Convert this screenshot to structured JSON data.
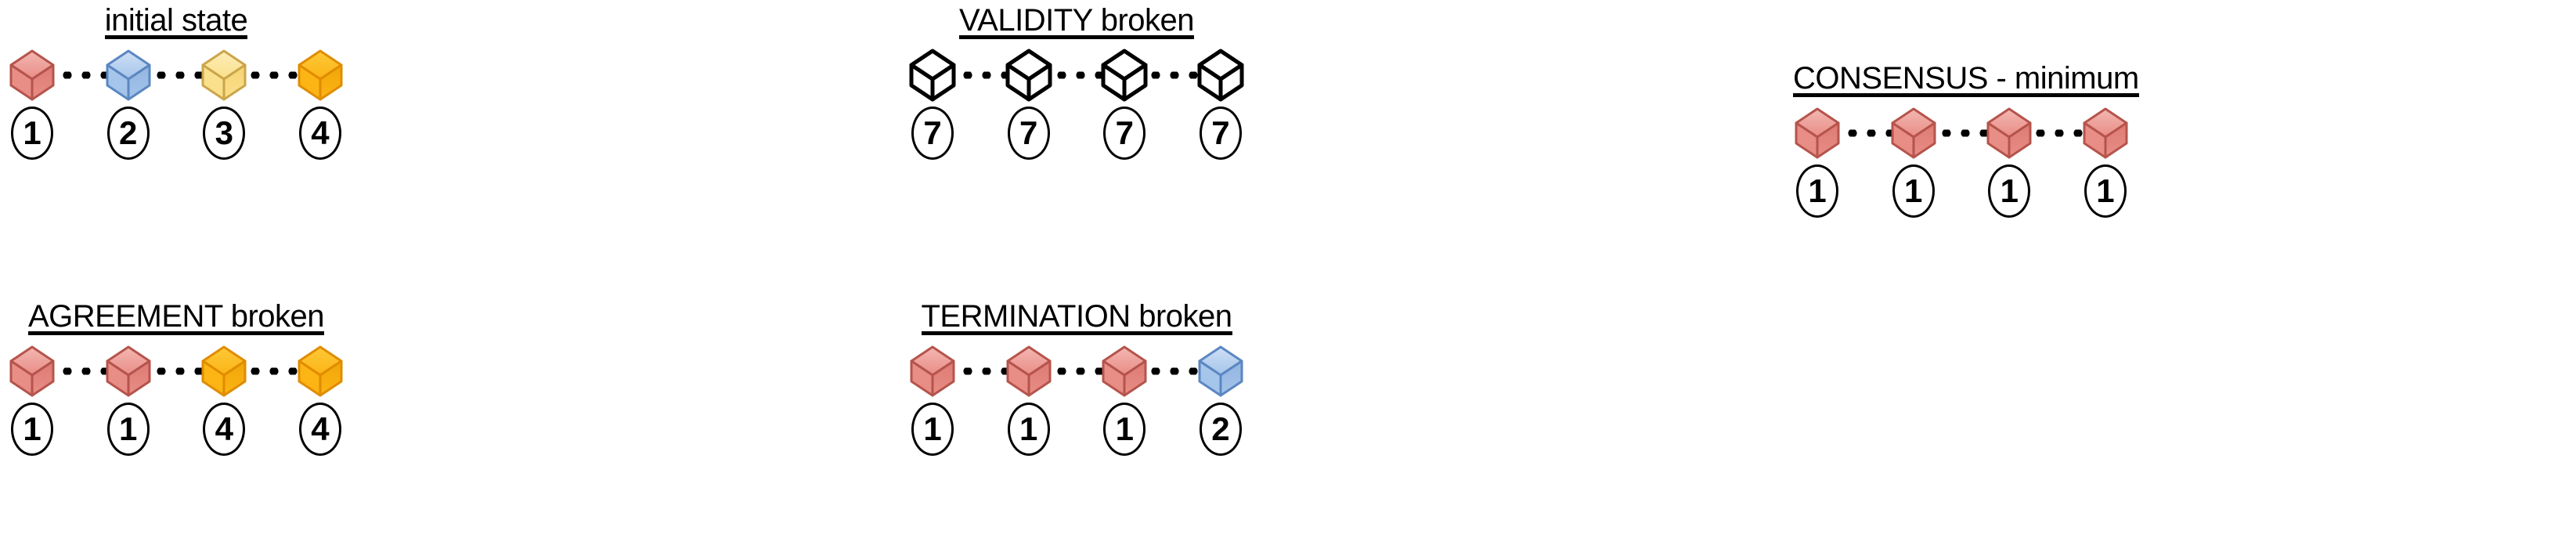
{
  "diagram": {
    "background": "#ffffff",
    "panels": [
      {
        "id": "initial",
        "title": "initial state",
        "nodes": [
          {
            "cube_color": "red",
            "label": "1"
          },
          {
            "cube_color": "blue",
            "label": "2"
          },
          {
            "cube_color": "yellow",
            "label": "3"
          },
          {
            "cube_color": "orange",
            "label": "4"
          }
        ]
      },
      {
        "id": "validity",
        "title": "VALIDITY broken",
        "nodes": [
          {
            "cube_color": "white",
            "label": "7"
          },
          {
            "cube_color": "white",
            "label": "7"
          },
          {
            "cube_color": "white",
            "label": "7"
          },
          {
            "cube_color": "white",
            "label": "7"
          }
        ]
      },
      {
        "id": "agreement",
        "title": "AGREEMENT broken",
        "nodes": [
          {
            "cube_color": "red",
            "label": "1"
          },
          {
            "cube_color": "red",
            "label": "1"
          },
          {
            "cube_color": "orange",
            "label": "4"
          },
          {
            "cube_color": "orange",
            "label": "4"
          }
        ]
      },
      {
        "id": "termination",
        "title": "TERMINATION broken",
        "nodes": [
          {
            "cube_color": "red",
            "label": "1"
          },
          {
            "cube_color": "red",
            "label": "1"
          },
          {
            "cube_color": "red",
            "label": "1"
          },
          {
            "cube_color": "blue",
            "label": "2"
          }
        ]
      },
      {
        "id": "consensus",
        "title": "CONSENSUS - minimum",
        "nodes": [
          {
            "cube_color": "red",
            "label": "1"
          },
          {
            "cube_color": "red",
            "label": "1"
          },
          {
            "cube_color": "red",
            "label": "1"
          },
          {
            "cube_color": "red",
            "label": "1"
          }
        ]
      }
    ],
    "palette": {
      "red_top_light": "#f4b7b2",
      "red_top_dark": "#e88d86",
      "red_left": "#e98e86",
      "red_right": "#dd7b73",
      "red_stroke": "#b5544c",
      "blue_top_light": "#cfe0f5",
      "blue_top_dark": "#a4c4ea",
      "blue_left": "#a8c6ea",
      "blue_right": "#93b5e0",
      "blue_stroke": "#5b87c2",
      "yellow_top_light": "#fdeeb9",
      "yellow_top_dark": "#fae08a",
      "yellow_left": "#fbe08e",
      "yellow_right": "#f6d375",
      "yellow_stroke": "#cbа54a",
      "orange_top_light": "#fdc938",
      "orange_top_dark": "#fcb415",
      "orange_left": "#fcb614",
      "orange_right": "#f1a608",
      "orange_stroke": "#e08c00",
      "white_face": "#ffffff",
      "white_stroke": "#000000",
      "connector_dot": "#000000",
      "ellipse_stroke": "#000000",
      "text": "#000000"
    },
    "connector_style": "dotted"
  }
}
